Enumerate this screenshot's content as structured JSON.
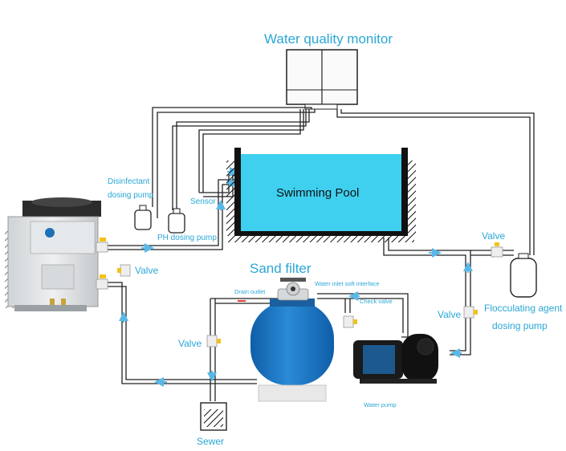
{
  "colors": {
    "label": "#2aa7d6",
    "pool_water": "#3fd0f0",
    "pipe": "#222222",
    "flow_arrow": "#5ab8e6",
    "return_arrow": "#e03a3a",
    "filter_tank": "#1f7fc8",
    "pump_body": "#1a1a1a",
    "pump_motor": "#1e6fb5"
  },
  "labels": {
    "water_quality_monitor": "Water quality monitor",
    "swimming_pool": "Swimming Pool",
    "sand_filter": "Sand filter",
    "disinfectant_line1": "Disinfectant",
    "disinfectant_line2": "dosing pump",
    "sensor": "Sensor",
    "ph_dosing_pump": "PH dosing pump",
    "valve_left": "Valve",
    "valve_filter": "Valve",
    "valve_right_top": "Valve",
    "valve_right_mid": "Valve",
    "flocculating_line1": "Flocculating agent",
    "flocculating_line2": "dosing pump",
    "drain_outlet": "Drain outlet",
    "water_inlet": "Water inlet soft interface",
    "check_valve": "Check valve",
    "water_pump": "Water pump",
    "sewer": "Sewer"
  },
  "icons": {
    "heat_pump": "heat-pump-unit-icon",
    "filter": "sand-filter-tank-icon",
    "pump": "water-pump-icon",
    "monitor": "monitor-box-icon"
  }
}
